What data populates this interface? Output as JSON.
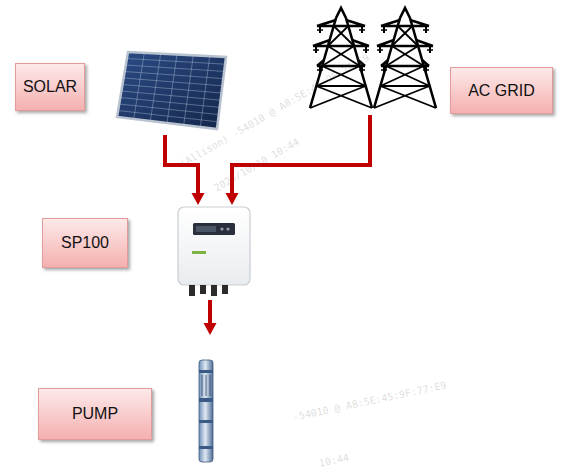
{
  "diagram": {
    "nodes": [
      {
        "text": [
          "SOLAR"
        ]
      },
      {
        "text": [
          "AC GRID"
        ]
      },
      {
        "text": [
          "SP100"
        ]
      },
      {
        "text": [
          "PUMP"
        ]
      }
    ],
    "edges": [
      {
        "from": 0,
        "to": 2,
        "arrow": "to"
      },
      {
        "from": 1,
        "to": 2,
        "arrow": "to"
      },
      {
        "from": 2,
        "to": 3,
        "arrow": "to"
      }
    ],
    "labels": [
      "(Allison) -54010 @ A8:5E:45:9F:77:E9",
      "2025/10/10 10:44",
      "-54010 @ A8:5E:45:9F:77:E9",
      "10:44"
    ]
  }
}
